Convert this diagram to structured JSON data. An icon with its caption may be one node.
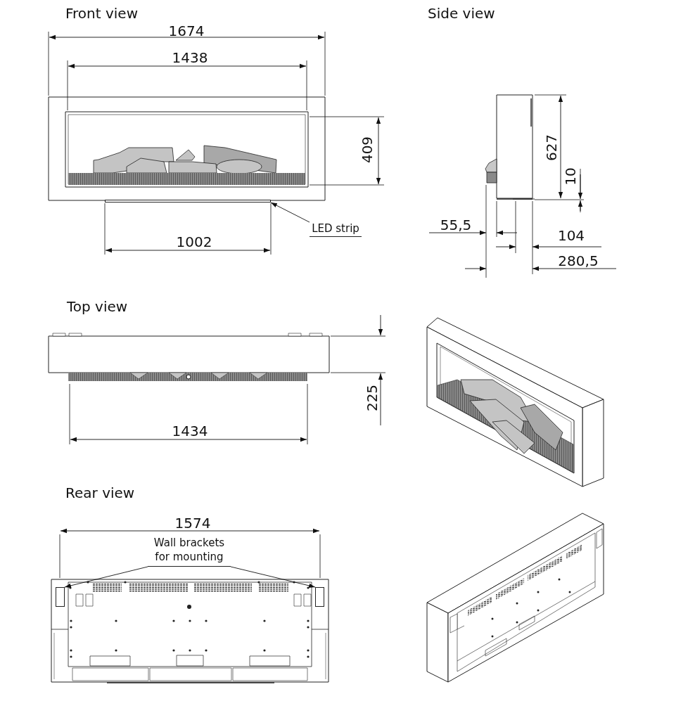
{
  "diagram": {
    "nodes": [
      {
        "text": [
          "LED strip"
        ]
      },
      {
        "text": [],
        "shape": "bar"
      },
      {
        "text": [
          "Wall brackets for mounting"
        ]
      },
      {
        "text": [],
        "shape": "bar"
      },
      {
        "text": [],
        "shape": "bar"
      }
    ],
    "edges": [
      {
        "from": 0,
        "to": 1,
        "arrow": "to"
      },
      {
        "from": 2,
        "to": 3,
        "arrow": "to"
      },
      {
        "from": 2,
        "to": 4,
        "arrow": "to"
      }
    ],
    "labels": [
      "Front view",
      "1674",
      "1438",
      "409",
      "1002",
      "Side view",
      "627",
      "10",
      "55,5",
      "104",
      "280,5",
      "Top view",
      "225",
      "1434",
      "Rear view",
      "1574"
    ]
  }
}
